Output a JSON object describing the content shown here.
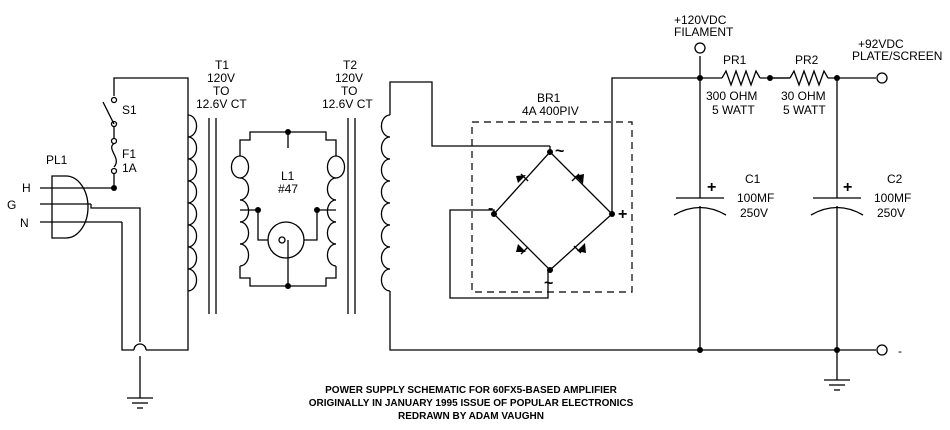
{
  "labels": {
    "pl1": "PL1",
    "h": "H",
    "g": "G",
    "n": "N",
    "s1": "S1",
    "f1": "F1",
    "f1_rating": "1A",
    "t1": "T1",
    "t2": "T2",
    "t_volts": "120V",
    "t_to": "TO",
    "t_ct": "12.6V CT",
    "l1": "L1",
    "l1_type": "#47",
    "br1": "BR1",
    "br1_rating": "4A 400PIV",
    "ac": "~",
    "plus": "+",
    "minus": "-",
    "filament_v": "+120VDC",
    "filament": "FILAMENT",
    "pr1": "PR1",
    "pr1_val": "300 OHM",
    "pr1_w": "5 WATT",
    "pr2": "PR2",
    "pr2_val": "30 OHM",
    "pr2_w": "5 WATT",
    "plate_v": "+92VDC",
    "plate": "PLATE/SCREEN",
    "c1": "C1",
    "c2": "C2",
    "c_val": "100MF",
    "c_v": "250V",
    "gnd_minus": "-"
  },
  "caption": {
    "line1": "POWER SUPPLY SCHEMATIC FOR 60FX5-BASED AMPLIFIER",
    "line2": "ORIGINALLY IN JANUARY 1995 ISSUE OF POPULAR ELECTRONICS",
    "line3": "REDRAWN BY ADAM VAUGHN"
  }
}
